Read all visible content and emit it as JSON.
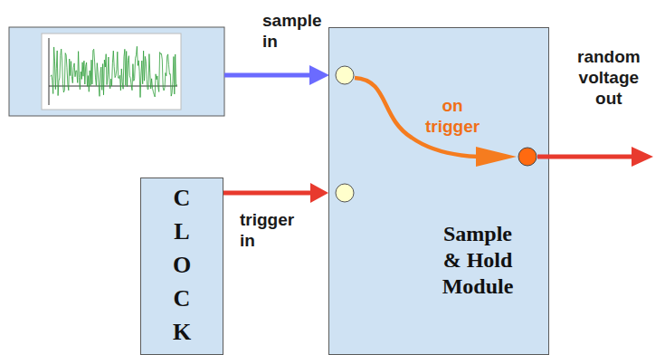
{
  "diagram": {
    "nodes": [
      {
        "text": [
          "CLOCK"
        ]
      },
      {
        "text": [
          "Sample & Hold Module"
        ]
      }
    ],
    "edges": [
      {
        "from": 0,
        "to": 1,
        "arrow": "to",
        "label": "trigger in"
      }
    ],
    "labels": [
      "sample in",
      "on trigger",
      "random voltage out"
    ]
  }
}
